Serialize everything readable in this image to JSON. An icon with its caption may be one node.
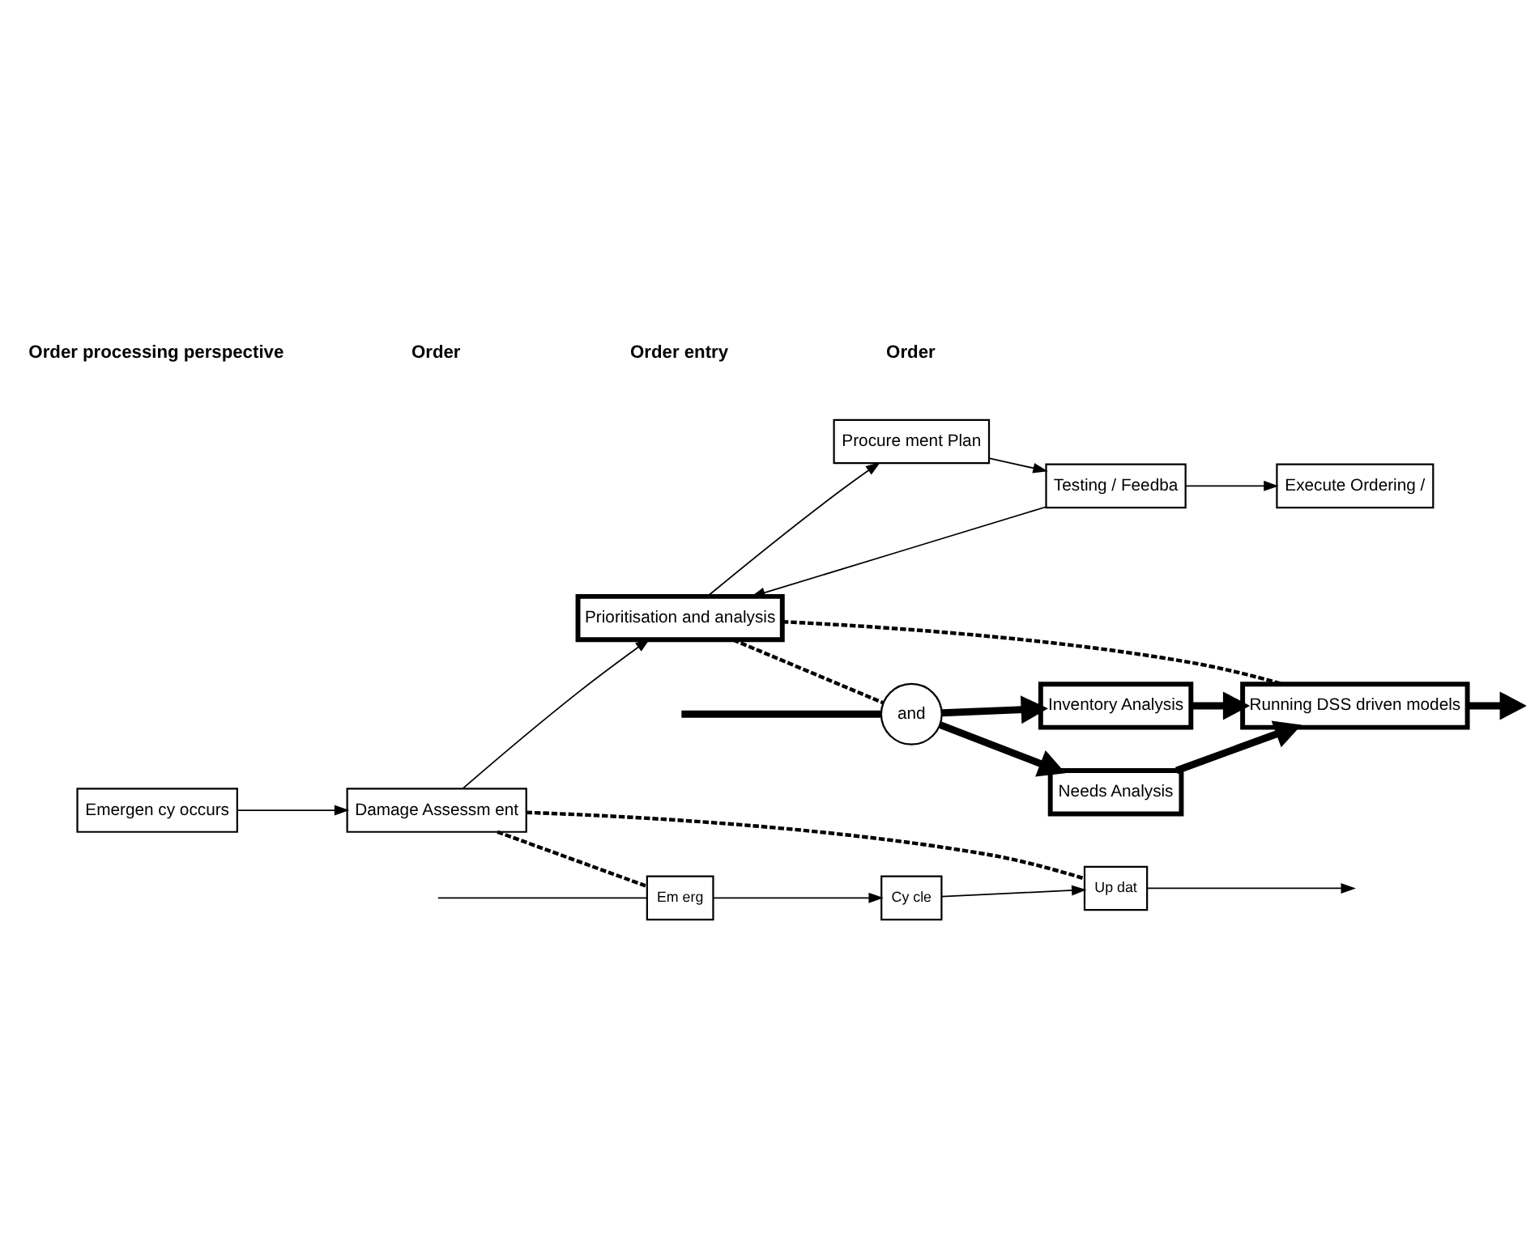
{
  "diagram": {
    "nodes": [
      {
        "text": [
          "Emergen cy occurs"
        ]
      },
      {
        "text": [
          "Damage Assessm ent"
        ]
      },
      {
        "text": [
          "Prioritisation and analysis"
        ]
      },
      {
        "text": [
          "Procure ment Plan"
        ]
      },
      {
        "text": [
          "Testing / Feedba"
        ]
      },
      {
        "text": [
          "Execute Ordering /"
        ]
      },
      {
        "text": [
          "Em erg"
        ]
      },
      {
        "text": [
          "Cy cle"
        ]
      },
      {
        "text": [
          "Up dat"
        ]
      },
      {
        "text": [
          "and"
        ]
      },
      {
        "text": [
          "Inventory Analysis"
        ]
      },
      {
        "text": [
          "Needs Analysis"
        ]
      },
      {
        "text": [
          "Running DSS driven models"
        ]
      }
    ],
    "edges": [
      {
        "from": 0,
        "to": 1,
        "arrow": "to"
      },
      {
        "from": 1,
        "to": 2,
        "arrow": "to"
      },
      {
        "from": 2,
        "to": 3,
        "arrow": "to"
      },
      {
        "from": 3,
        "to": 4,
        "arrow": "to"
      },
      {
        "from": 4,
        "to": 5,
        "arrow": "to"
      },
      {
        "from": 4,
        "to": 2,
        "arrow": "to"
      },
      {
        "from": 1,
        "to": 6,
        "arrow": "none",
        "style": "dashed"
      },
      {
        "from": 1,
        "to": 8,
        "arrow": "none",
        "style": "dashed"
      },
      {
        "from": null,
        "to": 6,
        "arrow": "none"
      },
      {
        "from": 6,
        "to": 7,
        "arrow": "to"
      },
      {
        "from": 7,
        "to": 8,
        "arrow": "to"
      },
      {
        "from": 8,
        "to": null,
        "arrow": "to"
      },
      {
        "from": 2,
        "to": 9,
        "arrow": "none",
        "style": "dashed"
      },
      {
        "from": 2,
        "to": 12,
        "arrow": "none",
        "style": "dashed"
      },
      {
        "from": null,
        "to": 9,
        "arrow": "none",
        "style": "thick"
      },
      {
        "from": 9,
        "to": 10,
        "arrow": "to",
        "style": "thick"
      },
      {
        "from": 9,
        "to": 11,
        "arrow": "to",
        "style": "thick"
      },
      {
        "from": 10,
        "to": 12,
        "arrow": "to",
        "style": "thick"
      },
      {
        "from": 11,
        "to": 12,
        "arrow": "to",
        "style": "thick"
      },
      {
        "from": 12,
        "to": null,
        "arrow": "to",
        "style": "thick"
      }
    ],
    "labels": [
      "Order processing perspective",
      "Order",
      "Order entry",
      "Order"
    ]
  }
}
